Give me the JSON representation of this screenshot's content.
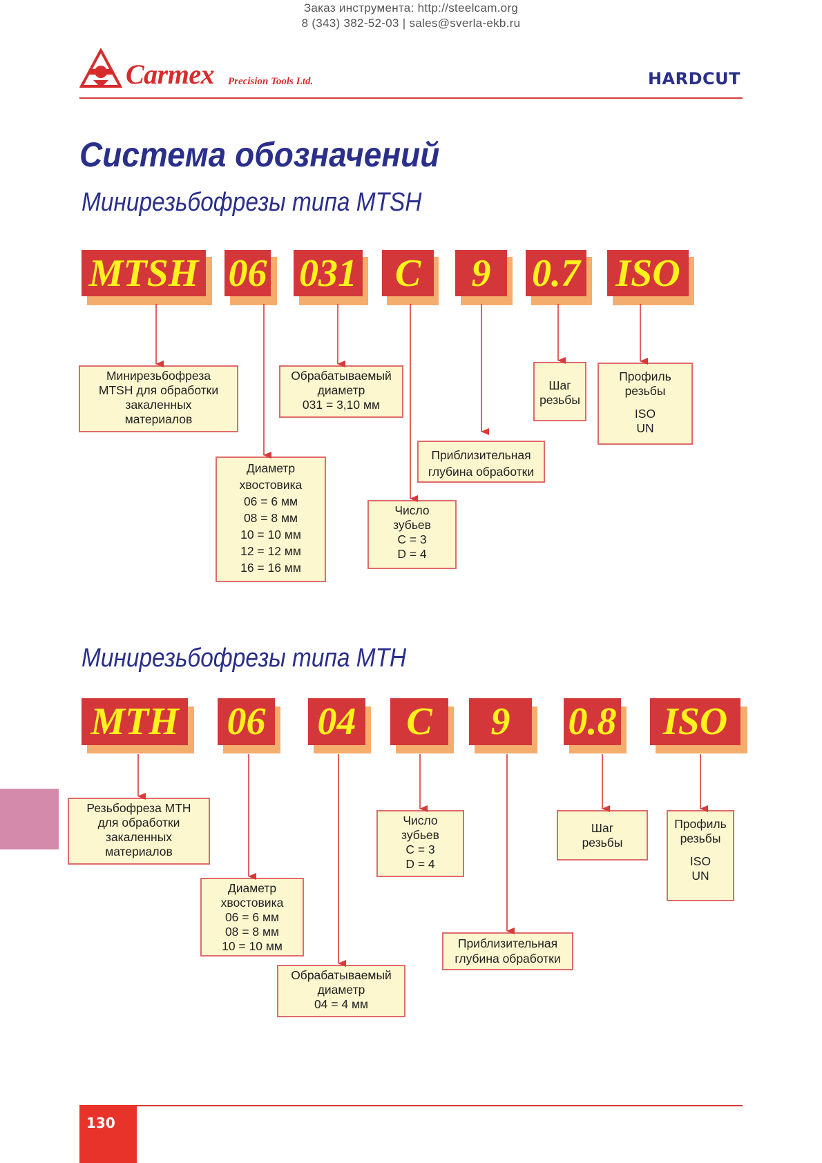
{
  "header": {
    "order_line": "Заказ инструмента: http://steelcam.org",
    "contact_line": "8 (343) 382-52-03  |  sales@sverla-ekb.ru",
    "brand": "Carmex",
    "brand_sub": "Precision Tools Ltd.",
    "section": "HARDCUT"
  },
  "title": "Система обозначений",
  "mtsh": {
    "subtitle": "Минирезьбофрезы типа MTSH",
    "codes": [
      "MTSH",
      "06",
      "031",
      "C",
      "9",
      "0.7",
      "ISO"
    ],
    "boxes": {
      "type": [
        "Минирезьбофреза",
        "MTSH для обработки",
        "закаленных",
        "материалов"
      ],
      "shank": [
        "Диаметр",
        "хвостовика",
        "06 = 6 мм",
        "08 = 8 мм",
        "10 = 10 мм",
        "12 = 12 мм",
        "16 = 16 мм"
      ],
      "diameter": [
        "Обрабатываемый",
        "диаметр",
        "031 = 3,10 мм"
      ],
      "teeth": [
        "Число",
        "зубьев",
        "C = 3",
        "D = 4"
      ],
      "depth": [
        "Приблизительная",
        "глубина обработки"
      ],
      "pitch": [
        "Шаг",
        "резьбы"
      ],
      "profile": [
        "Профиль",
        "резьбы",
        "ISO",
        "UN"
      ]
    }
  },
  "mth": {
    "subtitle": "Минирезьбофрезы типа MTH",
    "codes": [
      "MTH",
      "06",
      "04",
      "C",
      "9",
      "0.8",
      "ISO"
    ],
    "boxes": {
      "type": [
        "Резьбофреза MTH",
        "для обработки",
        "закаленных",
        "материалов"
      ],
      "shank": [
        "Диаметр",
        "хвостовика",
        "06 = 6 мм",
        "08 = 8 мм",
        "10 = 10 мм"
      ],
      "diameter": [
        "Обрабатываемый",
        "диаметр",
        "04 = 4 мм"
      ],
      "teeth": [
        "Число",
        "зубьев",
        "C = 3",
        "D = 4"
      ],
      "depth": [
        "Приблизительная",
        "глубина обработки"
      ],
      "pitch": [
        "Шаг",
        "резьбы"
      ],
      "profile": [
        "Профиль",
        "резьбы",
        "ISO",
        "UN"
      ]
    }
  },
  "footer": {
    "page_number": "130"
  },
  "colors": {
    "brand_red": "#d62c2c",
    "title_blue": "#2a2f8a",
    "tile_red": "#d4373a",
    "tile_text_yellow": "#fff21d",
    "tile_shadow_orange": "#f5ad6e",
    "box_fill": "#fdf7cf",
    "box_border": "#e06a6a",
    "side_tab_pink": "#d48aab",
    "page_badge_red": "#e8332b"
  }
}
